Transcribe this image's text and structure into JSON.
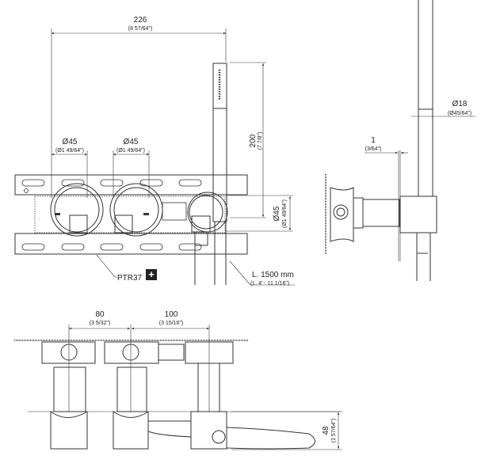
{
  "front_view": {
    "width_dim": {
      "value": "226",
      "imperial": "(8 57/64\")"
    },
    "handle_left_dia": {
      "value": "Ø45",
      "imperial": "(Ø1 49/64\")"
    },
    "handle_mid_dia": {
      "value": "Ø45",
      "imperial": "(Ø1 49/64\")"
    },
    "height_dim": {
      "value": "200",
      "imperial": "(7 7/8\")"
    },
    "outlet_dia": {
      "value": "Ø45",
      "imperial": "(Ø1 49/64\")"
    },
    "plate_code": "PTR37",
    "plus_icon": "+",
    "hose_length": {
      "value": "L. 1500 mm",
      "imperial": "(L. 4' - 11 1/16\")"
    }
  },
  "side_view": {
    "shower_dia": {
      "value": "Ø18",
      "imperial": "(Ø45/64\")"
    },
    "gap_dim": {
      "value": "1",
      "imperial": "(3/64\")"
    }
  },
  "top_view": {
    "spacing_1": {
      "value": "80",
      "imperial": "(3 5/32\")"
    },
    "spacing_2": {
      "value": "100",
      "imperial": "(3 15/16\")"
    },
    "depth_dim": {
      "value": "48",
      "imperial": "(1 57/64\")"
    }
  }
}
